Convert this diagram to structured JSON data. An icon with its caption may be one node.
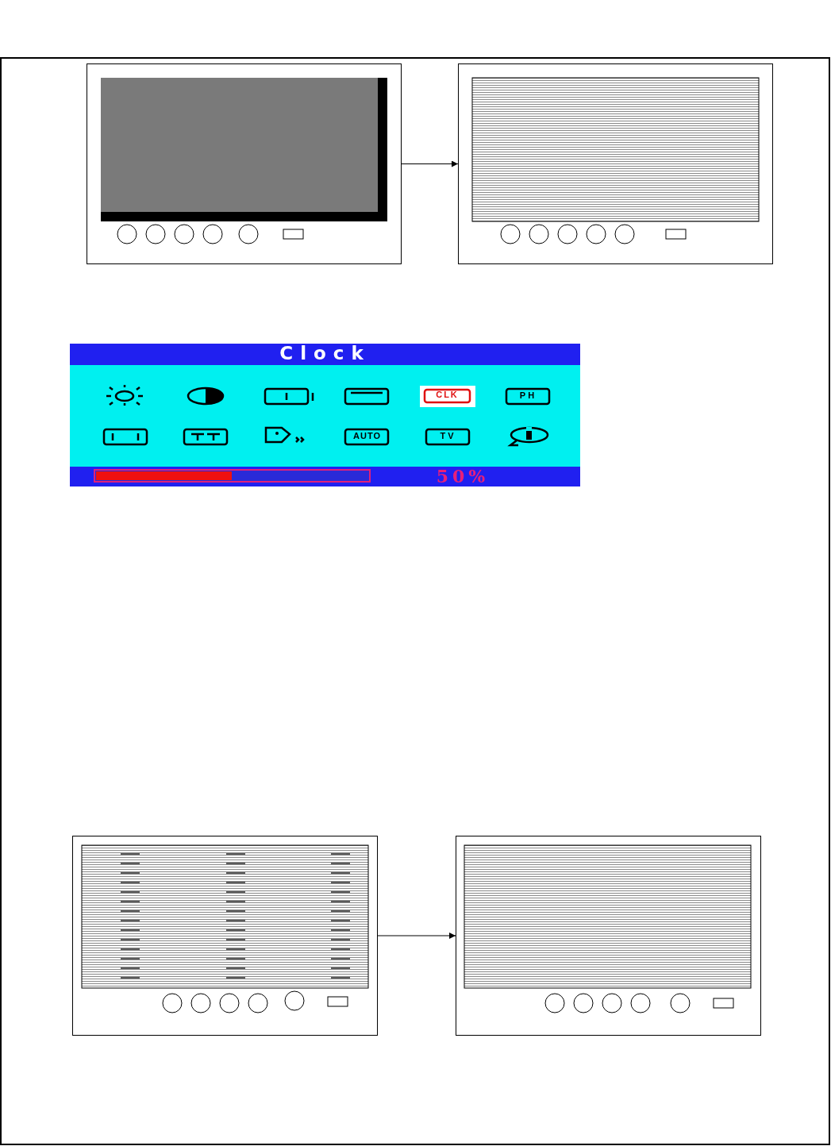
{
  "diagram": {
    "nodes": [
      {
        "text": [],
        "shape": "picture"
      },
      {
        "text": [],
        "shape": "picture"
      },
      {
        "text": [],
        "shape": "picture"
      },
      {
        "text": [],
        "shape": "picture"
      }
    ],
    "edges": [
      {
        "from": 0,
        "to": 1,
        "arrow": "to"
      },
      {
        "from": 2,
        "to": 3,
        "arrow": "to"
      }
    ],
    "labels": [
      "Clock",
      "CLK",
      "PH",
      "AUTO",
      "TV",
      "50%"
    ]
  }
}
